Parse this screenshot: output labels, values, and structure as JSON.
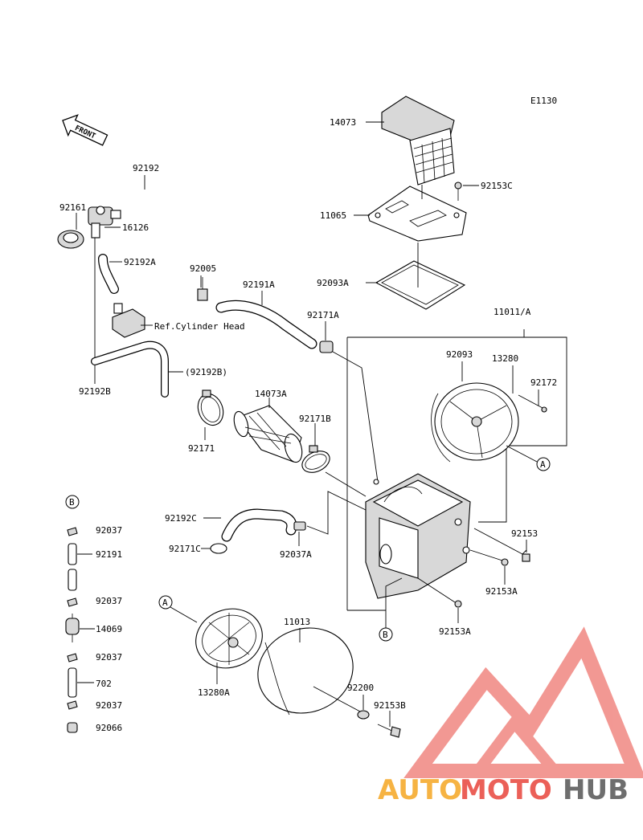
{
  "diagram_code": "E1130",
  "front_arrow_label": "FRONT",
  "reference_note": "Ref.Cylinder Head",
  "part_labels": {
    "p14073": "14073",
    "p92153C": "92153C",
    "p11065": "11065",
    "p92093A": "92093A",
    "p92192_top": "92192",
    "p92161": "92161",
    "p16126": "16126",
    "p92192A": "92192A",
    "p92005": "92005",
    "p92191A": "92191A",
    "p92171A": "92171A",
    "p11011A": "11011/A",
    "p92192B": "92192B",
    "p92192B_paren": "(92192B)",
    "p14073A": "14073A",
    "p92171B": "92171B",
    "p92171": "92171",
    "p92093": "92093",
    "p13280": "13280",
    "p92172": "92172",
    "p92192C": "92192C",
    "p92171C": "92171C",
    "p92037A": "92037A",
    "p92153": "92153",
    "p92153A_1": "92153A",
    "p92153A_2": "92153A",
    "p11013": "11013",
    "p13280A": "13280A",
    "p92200": "92200",
    "p92153B": "92153B"
  },
  "callouts": {
    "A_right": "A",
    "B_bottom": "B",
    "A_left": "A",
    "B_left": "B"
  },
  "kit_list": [
    "92037",
    "92191",
    "92037",
    "14069",
    "92037",
    "702",
    "92037",
    "92066"
  ],
  "watermark": {
    "auto": "AUTO",
    "moto": "MOTO",
    "hub": "HUB",
    "colors": {
      "auto": "#f5a623",
      "moto": "#e8453c",
      "hub": "#555555",
      "triangle": "#e8453c"
    }
  }
}
